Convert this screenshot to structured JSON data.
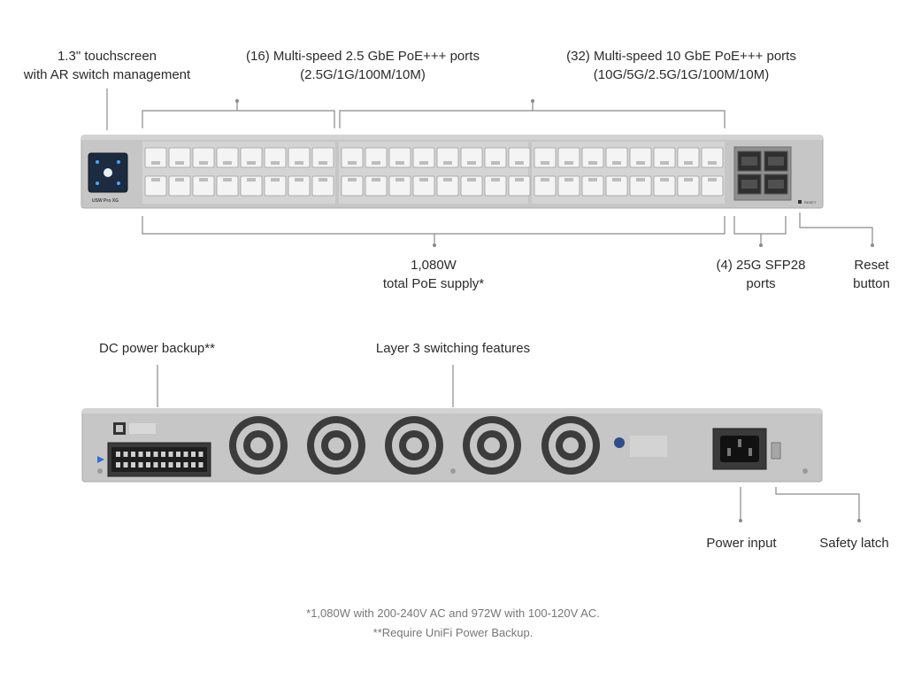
{
  "front_panel": {
    "touchscreen_label": [
      "1.3\" touchscreen",
      "with AR switch management"
    ],
    "ports_2_5g_label": [
      "(16) Multi-speed 2.5 GbE PoE+++ ports",
      "(2.5G/1G/100M/10M)"
    ],
    "ports_10g_label": [
      "(32) Multi-speed 10 GbE PoE+++ ports",
      "(10G/5G/2.5G/1G/100M/10M)"
    ],
    "poe_label": [
      "1,080W",
      "total PoE supply*"
    ],
    "sfp_label": [
      "(4) 25G SFP28",
      "ports"
    ],
    "reset_label": [
      "Reset",
      "button"
    ],
    "model_text": "USW Pro XG",
    "reset_text": "RESET"
  },
  "rear_panel": {
    "dc_backup_label": "DC power backup**",
    "layer3_label": "Layer 3 switching features",
    "power_input_label": "Power input",
    "safety_latch_label": "Safety latch"
  },
  "footnotes": [
    "*1,080W with 200-240V AC and 972W with 100-120V AC.",
    "**Require UniFi Power Backup."
  ],
  "colors": {
    "chassis": "#c8c8c8",
    "port_face": "#f4f4f4",
    "screen": "#1c2b3f",
    "callout_line": "#8a8a8a"
  }
}
